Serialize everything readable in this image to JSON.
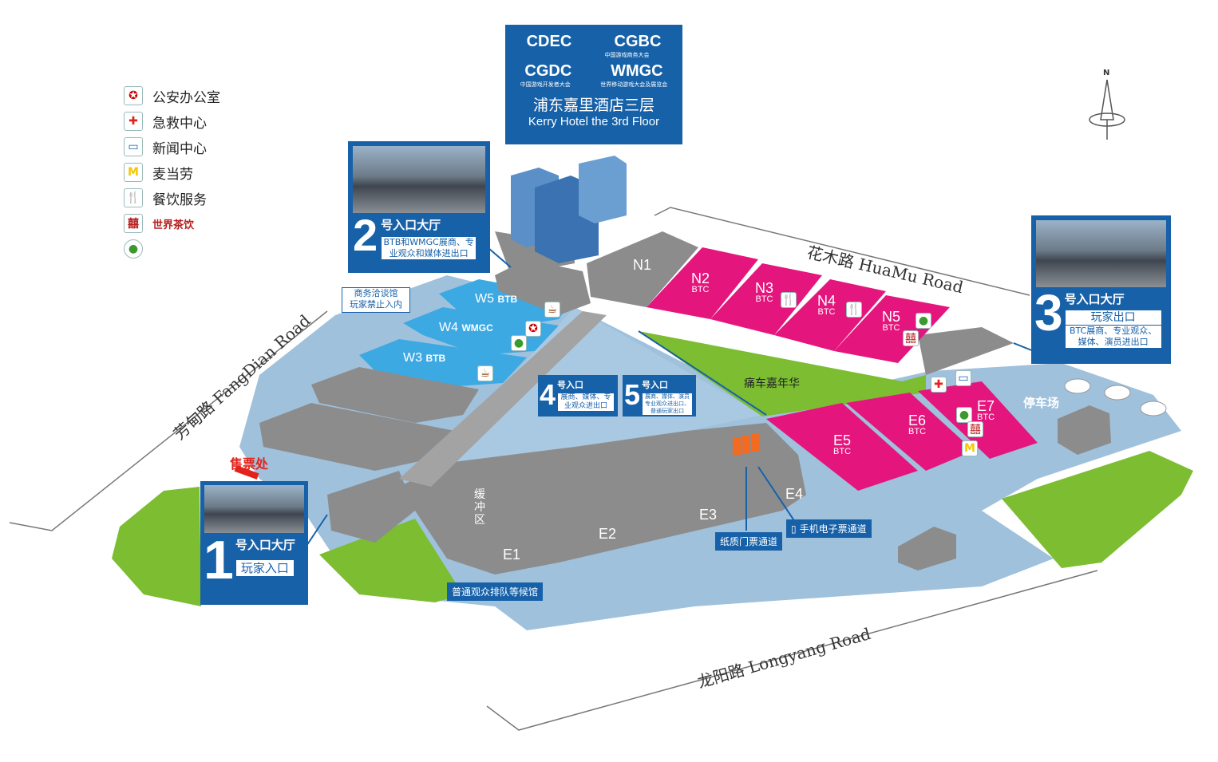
{
  "legend": [
    {
      "icon": "police-badge-icon",
      "label": "公安办公室"
    },
    {
      "icon": "first-aid-cross-icon",
      "label": "急救中心"
    },
    {
      "icon": "monitor-icon",
      "label": "新闻中心"
    },
    {
      "icon": "mcdonalds-icon",
      "label": "麦当劳"
    },
    {
      "icon": "fork-knife-icon",
      "label": "餐饮服务"
    },
    {
      "icon": "world-teahouse-logo",
      "label": "世界茶饮"
    },
    {
      "icon": "sponsor-logo",
      "label": ""
    }
  ],
  "kerry": {
    "logos": [
      "CDEC",
      "CGBC",
      "CGDC",
      "WMGC"
    ],
    "logo_subs": [
      "中国游戏商务大会",
      "中国游戏开发者大会",
      "世界移动游戏大会及展览会"
    ],
    "title_cn": "浦东嘉里酒店三层",
    "title_en": "Kerry Hotel the 3rd Floor"
  },
  "entrances": {
    "e1": {
      "num": "1",
      "title": "号入口大厅",
      "note": "玩家入口"
    },
    "e2": {
      "num": "2",
      "title": "号入口大厅",
      "note": "BTB和WMGC展商、专业观众和媒体进出口"
    },
    "e3": {
      "num": "3",
      "title": "号入口大厅",
      "note1": "玩家出口",
      "note2": "BTC展商、专业观众、媒体、演员进出口"
    },
    "e4": {
      "num": "4",
      "title": "号入口",
      "note": "展商、媒体、专业观众进出口"
    },
    "e5": {
      "num": "5",
      "title": "号入口",
      "note": "展商、媒体、演员专业观众进出口、普通玩家出口"
    }
  },
  "halls": {
    "W5": {
      "name": "W5",
      "type": "BTB"
    },
    "W4": {
      "name": "W4",
      "type": "WMGC"
    },
    "W3": {
      "name": "W3",
      "type": "BTB"
    },
    "N1": {
      "name": "N1",
      "type": ""
    },
    "N2": {
      "name": "N2",
      "type": "BTC"
    },
    "N3": {
      "name": "N3",
      "type": "BTC"
    },
    "N4": {
      "name": "N4",
      "type": "BTC"
    },
    "N5": {
      "name": "N5",
      "type": "BTC"
    },
    "E1": {
      "name": "E1",
      "type": ""
    },
    "E2": {
      "name": "E2",
      "type": ""
    },
    "E3": {
      "name": "E3",
      "type": ""
    },
    "E4": {
      "name": "E4",
      "type": ""
    },
    "E5": {
      "name": "E5",
      "type": "BTC"
    },
    "E6": {
      "name": "E6",
      "type": "BTC"
    },
    "E7": {
      "name": "E7",
      "type": "BTC"
    }
  },
  "labels": {
    "business_hall": "商务洽谈馆\n玩家禁止入内",
    "ticket": "售票处",
    "carnival": "痛车嘉年华",
    "parking": "停车场",
    "buffer": "缓冲区",
    "queue": "普通观众排队等候馆",
    "paper_ticket": "纸质门票通道",
    "e_ticket": "手机电子票通道"
  },
  "roads": {
    "huamu": "花木路 HuaMu Road",
    "fangdian": "芳甸路 FangDian Road",
    "longyang": "龙阳路 Longyang Road"
  },
  "compass": "N",
  "colors": {
    "btb": "#3da9e3",
    "btc": "#e4167d",
    "grey": "#8c8c8c",
    "water": "#9fc1dc",
    "green": "#7cbd32",
    "brand": "#1761a8"
  }
}
